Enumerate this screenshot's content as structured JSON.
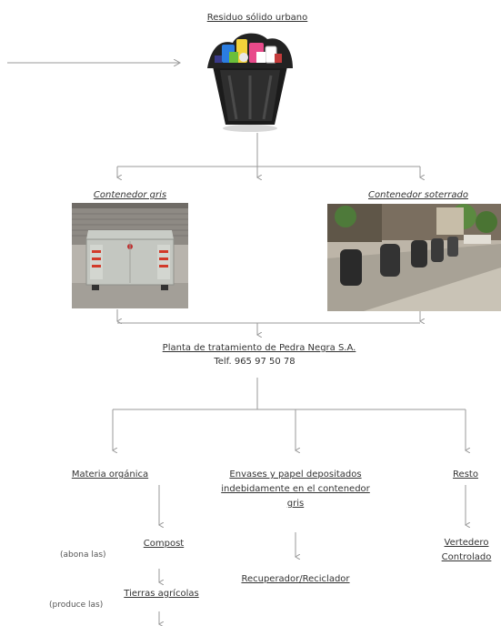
{
  "colors": {
    "line": "#9a9a9a",
    "text": "#333333"
  },
  "nodes": {
    "waste": {
      "label": "Residuo sólido urbano"
    },
    "grey_container": {
      "label": "Contenedor gris"
    },
    "underground_container": {
      "label": "Contenedor soterrado"
    },
    "plant": {
      "label": "Planta de tratamiento de Pedra Negra S.A.",
      "phone": "Telf. 965 97 50 78"
    },
    "organic": {
      "label": "Materia orgánica"
    },
    "packaging": {
      "line1": "Envases y papel depositados",
      "line2": "indebidamente en el contenedor",
      "line3": "gris"
    },
    "rest": {
      "label": "Resto"
    },
    "compost": {
      "label": "Compost",
      "note": "(abona las)"
    },
    "soil": {
      "label": "Tierras agrícolas",
      "note": "(produce las)"
    },
    "recycler": {
      "label": "Recuperador/Reciclador"
    },
    "landfill": {
      "line1": "Vertedero",
      "line2": "Controlado"
    }
  }
}
